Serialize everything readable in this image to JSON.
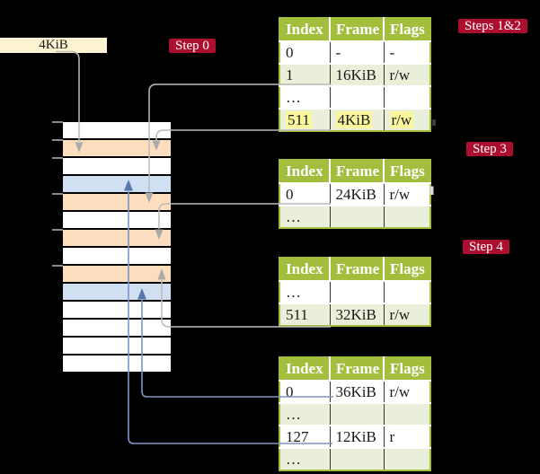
{
  "colors": {
    "background": "#000000",
    "table_header_green": "#a3be3c",
    "table_row_light_green": "#e9efd9",
    "highlight_yellow": "#fbf79d",
    "memory_page_table_orange": "#fcdebe",
    "memory_mapped_page_blue": "#d0e0f2",
    "label_box_cream": "#fdf3d0",
    "step_badge_red": "#ab0e2e",
    "connector_gray": "#bcbcbc",
    "connector_blue": "#7b95c6"
  },
  "legend_box": {
    "label": "4KiB"
  },
  "step_badges": [
    {
      "label": "Step 0"
    },
    {
      "label": "Steps 1&2"
    },
    {
      "label": "Step 3"
    },
    {
      "label": "Step 4"
    }
  ],
  "memory": {
    "row_size_label": "4KiB",
    "row_kinds": [
      "free",
      "page-table",
      "free",
      "mapped-page",
      "page-table",
      "free",
      "page-table",
      "free",
      "page-table",
      "mapped-page",
      "free",
      "free",
      "free",
      "free"
    ],
    "tick_indices": [
      0,
      1,
      2,
      4,
      6,
      8
    ]
  },
  "page_tables": [
    {
      "headers": [
        "Index",
        "Frame",
        "Flags"
      ],
      "rows": [
        {
          "cells": [
            "0",
            "-",
            "-"
          ]
        },
        {
          "cells": [
            "1",
            "16KiB",
            "r/w"
          ]
        },
        {
          "cells": [
            "…",
            "",
            ""
          ]
        },
        {
          "cells": [
            "511",
            "4KiB",
            "r/w"
          ],
          "highlight": true
        }
      ]
    },
    {
      "headers": [
        "Index",
        "Frame",
        "Flags"
      ],
      "rows": [
        {
          "cells": [
            "0",
            "24KiB",
            "r/w"
          ]
        },
        {
          "cells": [
            "…",
            "",
            ""
          ]
        }
      ]
    },
    {
      "headers": [
        "Index",
        "Frame",
        "Flags"
      ],
      "rows": [
        {
          "cells": [
            "…",
            "",
            ""
          ]
        },
        {
          "cells": [
            "511",
            "32KiB",
            "r/w"
          ]
        }
      ]
    },
    {
      "headers": [
        "Index",
        "Frame",
        "Flags"
      ],
      "rows": [
        {
          "cells": [
            "0",
            "36KiB",
            "r/w"
          ]
        },
        {
          "cells": [
            "…",
            "",
            ""
          ]
        },
        {
          "cells": [
            "127",
            "12KiB",
            "r"
          ]
        },
        {
          "cells": [
            "…",
            "",
            ""
          ]
        }
      ]
    }
  ]
}
